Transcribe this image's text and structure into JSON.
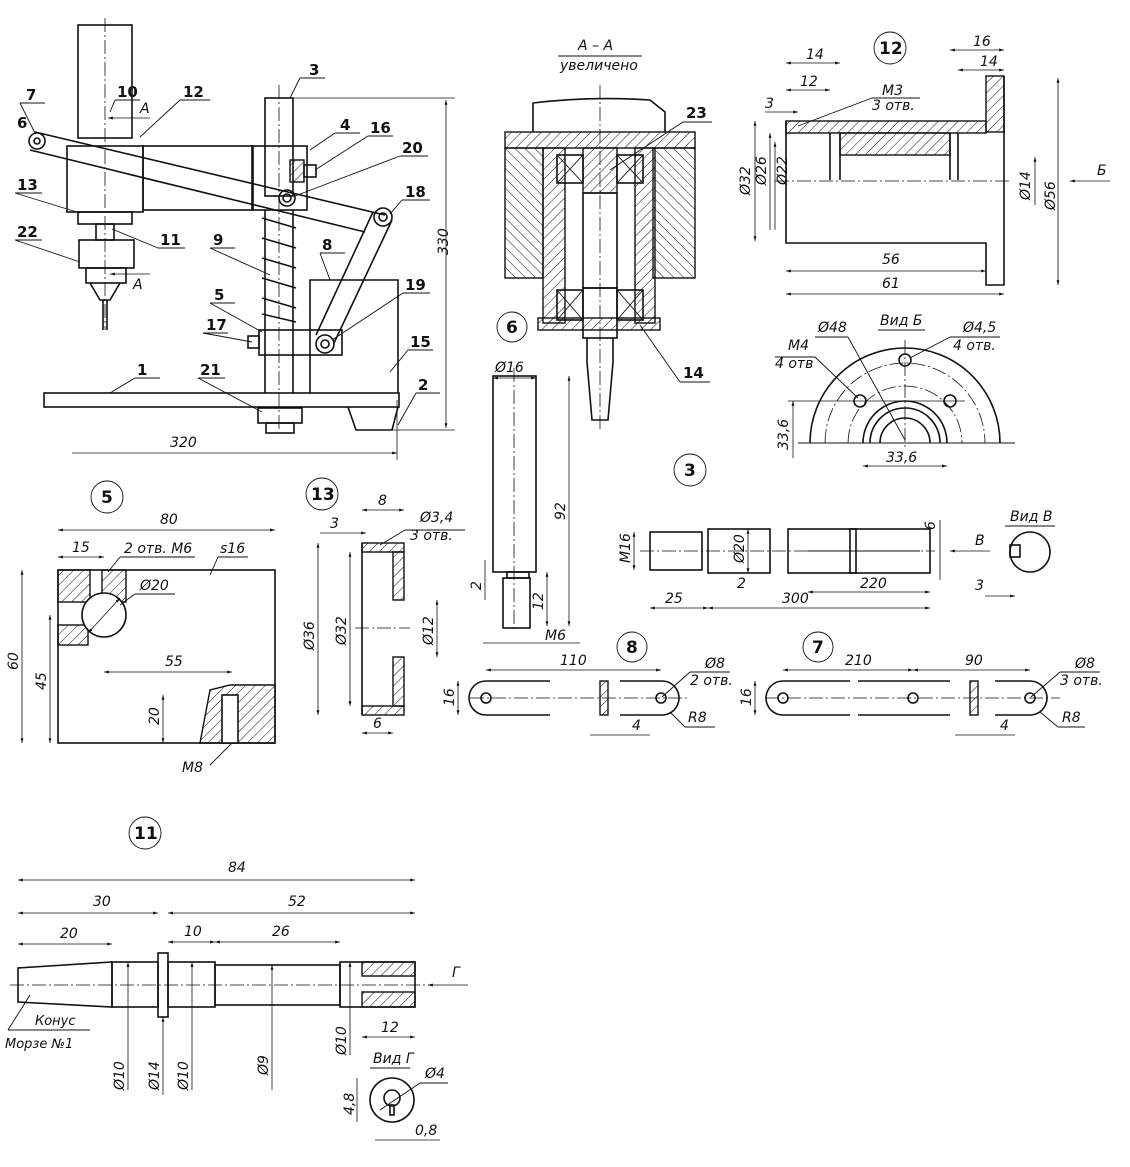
{
  "assembly": {
    "callouts": [
      "1",
      "2",
      "3",
      "4",
      "5",
      "6",
      "7",
      "8",
      "9",
      "10",
      "11",
      "12",
      "13",
      "14",
      "15",
      "16",
      "17",
      "18",
      "19",
      "20",
      "21",
      "22",
      "23"
    ],
    "section_arrow": "А",
    "dims": {
      "height": "330",
      "length": "320"
    }
  },
  "section_aa": {
    "title": "А – А",
    "subtitle": "увеличено",
    "callouts": [
      "23",
      "14"
    ]
  },
  "part12": {
    "number": "12",
    "dims": {
      "d1": "14",
      "d2": "12",
      "d3": "3",
      "thread": "M3",
      "thread_note": "3 отв.",
      "dia32": "Ø32",
      "dia26": "Ø26",
      "dia22": "Ø22",
      "dia14": "Ø14",
      "dia56": "Ø56",
      "w16": "16",
      "w14": "14",
      "len56": "56",
      "len61": "61"
    },
    "view_arrow": "Б"
  },
  "view_b": {
    "title": "Вид Б",
    "dia48": "Ø48",
    "hole": "Ø4,5",
    "hole_note": "4 отв.",
    "thread": "M4",
    "thread_note": "4 отв",
    "h": "33,6",
    "w": "33,6"
  },
  "part5": {
    "number": "5",
    "dims": {
      "w80": "80",
      "w15": "15",
      "holes": "2 отв. M6",
      "s": "s16",
      "dia20": "Ø20",
      "h60": "60",
      "h45": "45",
      "d55": "55",
      "h20": "20",
      "thread": "M8"
    }
  },
  "part13": {
    "number": "13",
    "dims": {
      "w8": "8",
      "w3": "3",
      "hole": "Ø3,4",
      "hole_note": "3 отв.",
      "dia36": "Ø36",
      "dia32": "Ø32",
      "dia12": "Ø12",
      "w6": "6"
    }
  },
  "part6": {
    "number": "6",
    "dims": {
      "dia16": "Ø16",
      "len92": "92",
      "h2": "2",
      "h12": "12",
      "thread": "M6"
    }
  },
  "part3": {
    "number": "3",
    "dims": {
      "thread": "M16",
      "dia20": "Ø20",
      "l25": "25",
      "l2": "2",
      "l300": "300",
      "l220": "220",
      "w6": "6"
    },
    "view_arrow": "В",
    "view_title": "Вид В",
    "view_dim": "3"
  },
  "part8": {
    "number": "8",
    "dims": {
      "l110": "110",
      "h16": "16",
      "hole": "Ø8",
      "hole_note": "2 отв.",
      "r": "R8",
      "t": "4"
    }
  },
  "part7": {
    "number": "7",
    "dims": {
      "l210": "210",
      "l90": "90",
      "h16": "16",
      "hole": "Ø8",
      "hole_note": "3 отв.",
      "r": "R8",
      "t": "4"
    }
  },
  "part11": {
    "number": "11",
    "dims": {
      "l84": "84",
      "l30": "30",
      "l52": "52",
      "l20": "20",
      "l10": "10",
      "l26": "26",
      "l12": "12",
      "d10a": "Ø10",
      "d14": "Ø14",
      "d10b": "Ø10",
      "d9": "Ø9",
      "d10c": "Ø10"
    },
    "taper_note1": "Конус",
    "taper_note2": "Морзе №1",
    "view_arrow": "Г",
    "view_title": "Вид Г",
    "view_dims": {
      "d4": "Ø4",
      "h": "4,8",
      "w": "0,8"
    }
  }
}
